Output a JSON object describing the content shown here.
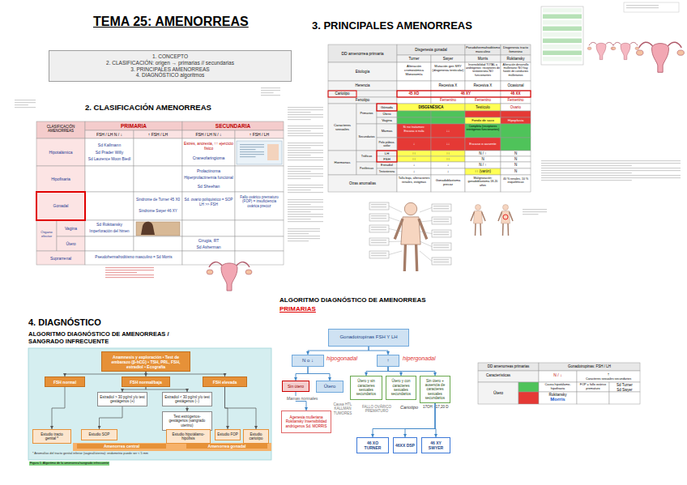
{
  "diagram": {
    "title": "TEMA 25: AMENORREAS",
    "nodes": [
      {
        "text": [
          "1. CONCEPTO",
          "2. CLASIFICACIÓN: origen → primarias // secundarias",
          "3. PRINCIPALES AMENORREAS",
          "4. DIAGNÓSTICO algoritmos"
        ]
      },
      {
        "text": [
          "Anamnesis y exploración • Test de embarazo (β-hCG) • TSH, PRL, FSH, estradiol • Ecografía"
        ]
      },
      {
        "text": [
          "FSH normal"
        ]
      },
      {
        "text": [
          "FSH normal/baja"
        ]
      },
      {
        "text": [
          "FSH elevada"
        ]
      },
      {
        "text": [
          "Estradiol > 30 pg/ml y/o test gestágenos (+)"
        ]
      },
      {
        "text": [
          "Estradiol < 30 pg/ml y/o test gestágenos (−)"
        ]
      },
      {
        "text": [
          "Test estrógenos-gestágenos (sangrado uterino)"
        ]
      },
      {
        "text": [
          "Estudio tracto genital *"
        ]
      },
      {
        "text": [
          "Estudio SOP"
        ]
      },
      {
        "text": [
          "Estudio hipotálamo-hipófisis"
        ]
      },
      {
        "text": [
          "Estudio FOP"
        ]
      },
      {
        "text": [
          "Estudio cariotipo"
        ]
      },
      {
        "text": [
          "Gonadotropinas FSH Y LH"
        ]
      },
      {
        "text": [
          "N o ↓"
        ]
      },
      {
        "text": [
          "↑"
        ]
      },
      {
        "text": [
          "Sin útero"
        ]
      },
      {
        "text": [
          "Útero"
        ]
      },
      {
        "text": [
          "Útero y sin caracteres sexuales secundarios"
        ]
      },
      {
        "text": [
          "Útero y con caracteres sexuales secundarios"
        ]
      },
      {
        "text": [
          "Sin útero + ausencia de caracteres sexuales secundarios"
        ]
      },
      {
        "text": [
          "Agenesia mulleriana Rokitansky Insensibilidad andrógenos Sd. MORRIS"
        ]
      },
      {
        "text": [
          "46 XO TURNER"
        ]
      },
      {
        "text": [
          "46XX DSP"
        ]
      },
      {
        "text": [
          "46 XY SWYER"
        ]
      }
    ],
    "edges": [
      {
        "from": 1,
        "to": 2,
        "arrow": "to"
      },
      {
        "from": 1,
        "to": 3,
        "arrow": "to"
      },
      {
        "from": 1,
        "to": 4,
        "arrow": "to"
      },
      {
        "from": 2,
        "to": 8,
        "arrow": "to"
      },
      {
        "from": 3,
        "to": 5,
        "arrow": "to"
      },
      {
        "from": 3,
        "to": 6,
        "arrow": "to"
      },
      {
        "from": 5,
        "to": 9,
        "arrow": "to"
      },
      {
        "from": 6,
        "to": 7,
        "arrow": "to"
      },
      {
        "from": 7,
        "to": 10,
        "arrow": "to"
      },
      {
        "from": 4,
        "to": 11,
        "arrow": "to"
      },
      {
        "from": 4,
        "to": 12,
        "arrow": "to"
      },
      {
        "from": 13,
        "to": 14,
        "arrow": "to"
      },
      {
        "from": 13,
        "to": 15,
        "arrow": "to"
      },
      {
        "from": 14,
        "to": 16,
        "arrow": "to"
      },
      {
        "from": 14,
        "to": 17,
        "arrow": "to"
      },
      {
        "from": 15,
        "to": 18,
        "arrow": "to"
      },
      {
        "from": 15,
        "to": 19,
        "arrow": "to"
      },
      {
        "from": 15,
        "to": 20,
        "arrow": "to"
      },
      {
        "from": 16,
        "to": 21,
        "arrow": "to"
      },
      {
        "from": 20,
        "to": 22,
        "arrow": "to"
      },
      {
        "from": 20,
        "to": 23,
        "arrow": "to"
      },
      {
        "from": 20,
        "to": 24,
        "arrow": "to"
      }
    ],
    "labels": [
      "2. CLASIFICACIÓN AMENORREAS",
      "CLASIFICACIÓN AMENORREAS",
      "PRIMARIA",
      "SECUNDARIA",
      "FSH / LH N / ↓",
      "↑ FSH / LH",
      "FSH / LH N / ↓",
      "↑ FSH / LH",
      "Hipotalámica",
      "Hipofisaria",
      "Gonadal",
      "Órgano efector",
      "Vagina",
      "Útero",
      "Suprarrenal",
      "Sd Kallmann",
      "Sd Prader Willy",
      "Sd Laurence Moon Biedl",
      "Estrés, anorexia, ↑↑ ejercicio físico",
      "Craneofaringioma",
      "Prolactinoma",
      "Hiperprolactinemia funcional",
      "Sd Sheehan",
      "Síndrome de Turner 45 X0",
      "Síndrome Swyer 46 XY",
      "Sd. ovario poliquístico = SOP LH >> FSH",
      "Fallo ovárico prematuro (FOP) = insuficiencia ovárica precoz",
      "Sd Rokitansky",
      "Imperforación del himen",
      "Cirugía, RT",
      "Sd Asherman",
      "Pseudohermafroditismo masculino = Sd Morris",
      "3. PRINCIPALES AMENORREAS",
      "DD amenorrea primaria",
      "Disgenesia gonadal",
      "Pseudohermafroditismo masculino",
      "Disgenesia tracto femenino",
      "Turner",
      "Swyer",
      "Morris",
      "Rokitansky",
      "Etiología",
      "Alteración cromosómica Monosomía",
      "Mutación gen SRY (disgenesia testicular)",
      "Insensibilidad TOTAL a andrógenos: receptores de testosterona NO funcionantes",
      "Alteración desarrollo mülleriano: NO hay fusión de conductos müllerianos",
      "Herencia",
      "Recesiva X",
      "Recesiva X",
      "Ocasional",
      "Cariotipo",
      "45 XO",
      "46 XY",
      "46 XX",
      "Fenotipo",
      "Femenino",
      "Femenino",
      "Femenino",
      "Caracteres sexuales",
      "Primarios",
      "Gónada",
      "DISGENÉSICA",
      "Testículo",
      "Ovario",
      "Útero",
      "Vagina",
      "Fondo de saco",
      "Hipoplasia",
      "Secundarios",
      "Mamas",
      "Si no tratamos: Escasa o nula",
      "↓↓",
      "Completa (receptores estrógenos funcionantes)",
      "Pelo púbico-axilar",
      "↓",
      "↓↓",
      "Escaso o ausente",
      "Hormonas",
      "Tróficas",
      "LH",
      "↑↑",
      "↑↑",
      "N / ↑",
      "N",
      "FSH",
      "↑↑",
      "↑↑",
      "N",
      "N",
      "Periféricas",
      "Estradiol",
      "↓",
      "↓",
      "N / ↑",
      "N",
      "Testosterona",
      "↓",
      "↓",
      "↑↑ (varón)",
      "N",
      "Otras anomalías",
      "Talla baja, alteraciones renales, estigmas",
      "Gonadoblastoma precoz",
      "Malignización: gonadoblastoma 18-20 años",
      "40 % renales, 10 % esqueléticas",
      "4. DIAGNÓSTICO",
      "ALGORITMO DIAGNÓSTICO DE AMENORREAS / SANGRADO INFRECUENTE",
      "Amenorrea central",
      "Amenorrea gonadal",
      "* Anomalías del tracto genital inferior (vaginal/uterina): endometrio puede ser < 5 mm",
      "Figura 1. Algoritmo de la amenorrea/sangrado infrecuente",
      "ALGORITMO DIAGNÓSTICO DE AMENORREAS",
      "PRIMARIAS",
      "hipogonadal",
      "hipergonadal",
      "Mamas normales",
      "Causa HTL KALLMAN TUMORES",
      "FALLO OVÁRICO PREMATURO",
      "Cariotipo",
      "17OH · 17,20 D",
      "DD amenorreas primarias",
      "Gonadotropinas: FSH / LH",
      "Características",
      "N / ↓",
      "↑",
      "Caracteres sexuales secundarios",
      "Útero",
      "Causa hipotálamo-hipofisaria",
      "FOP = fallo ovárico prematuro",
      "Sd Turner",
      "Sd Swyer",
      "Rokitansky",
      "Morris"
    ]
  }
}
